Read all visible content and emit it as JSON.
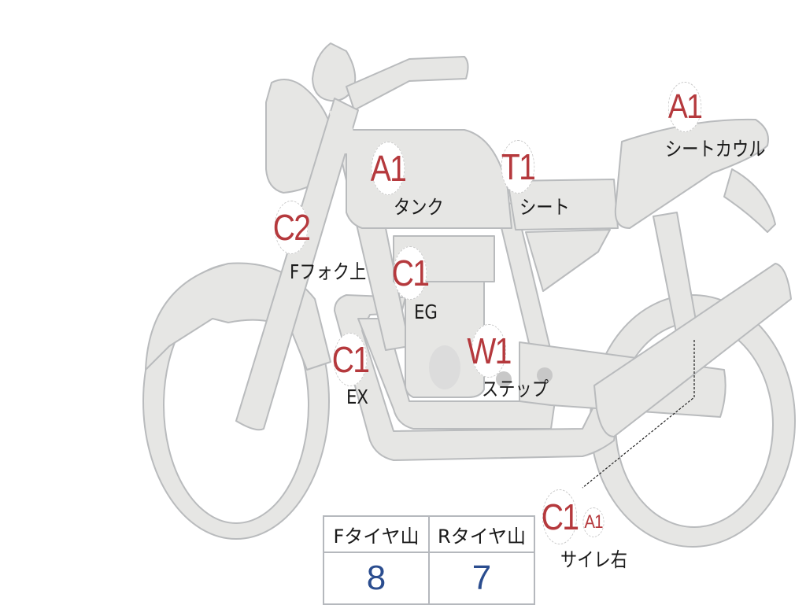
{
  "diagram": {
    "colors": {
      "body_fill": "#e6e6e4",
      "outline": "#b9bbbd",
      "badge_text": "#b5393d",
      "label_text": "#1a1a1a",
      "value_text": "#2b4d8f"
    },
    "markers": [
      {
        "code": "A1",
        "label": "シートカウル"
      },
      {
        "code": "A1",
        "label": "タンク"
      },
      {
        "code": "T1",
        "label": "シート"
      },
      {
        "code": "C2",
        "label": "Fフォク上"
      },
      {
        "code": "C1",
        "label": "EG"
      },
      {
        "code": "C1",
        "label": "EX"
      },
      {
        "code": "W1",
        "label": "ステップ"
      },
      {
        "code": "C1",
        "secondary_code": "A1",
        "label": "サイレ右"
      }
    ],
    "tire_table": {
      "headers": [
        "Fタイヤ山",
        "Rタイヤ山"
      ],
      "values": [
        "8",
        "7"
      ]
    }
  }
}
